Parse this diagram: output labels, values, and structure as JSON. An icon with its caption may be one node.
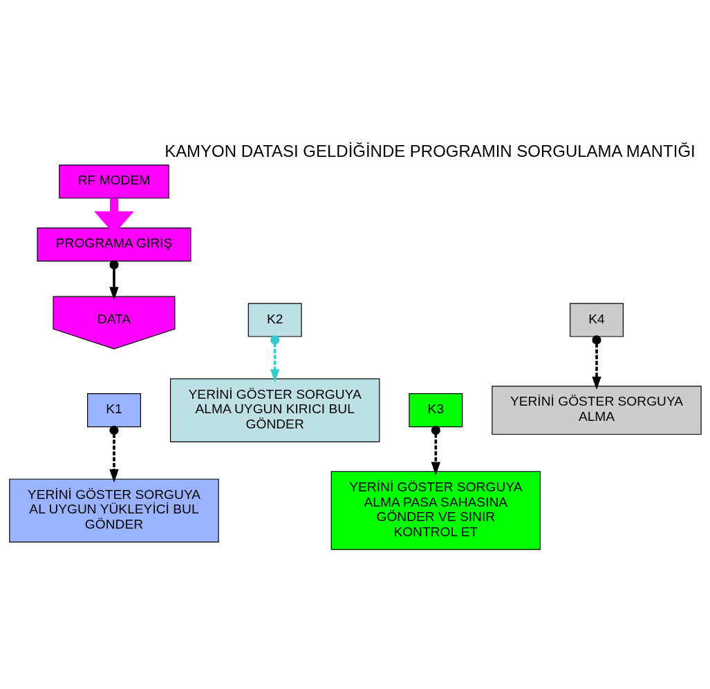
{
  "diagram": {
    "title": "KAMYON DATASI GELDİĞİNDE PROGRAMIN SORGULAMA MANTIĞI",
    "nodes": [
      {
        "text": [
          "RF MODEM"
        ]
      },
      {
        "text": [
          "PROGRAMA GİRİŞ"
        ]
      },
      {
        "text": [
          "K2"
        ]
      },
      {
        "text": [
          "DATA"
        ]
      },
      {
        "text": [
          "K3"
        ]
      },
      {
        "text": [
          "K4"
        ]
      },
      {
        "text": [
          "YERİNİ GÖSTER SORGUYA ALMA UYGUN KIRICI BUL GÖNDER"
        ]
      },
      {
        "text": [
          "YERİNİ GÖSTER SORGUYA ALMA"
        ]
      },
      {
        "text": [
          "K1"
        ]
      },
      {
        "text": [
          "YERİNİ GÖSTER SORGUYA ALMA PASA SAHASINA GÖNDER VE SINIR KONTROL ET"
        ]
      },
      {
        "text": [
          "YERİNİ GÖSTER SORGUYA AL UYGUN YÜKLEYİCİ BUL GÖNDER"
        ]
      }
    ],
    "edges": [
      {
        "from": 0,
        "to": 1,
        "arrow": "to",
        "style": "thick",
        "color": "#ff00ff"
      },
      {
        "from": 1,
        "to": 3,
        "arrow": "to"
      },
      {
        "from": 2,
        "to": 6,
        "arrow": "to",
        "style": "dashed",
        "color": "#33cccc"
      },
      {
        "from": 4,
        "to": 9,
        "arrow": "to",
        "style": "dashed"
      },
      {
        "from": 5,
        "to": 7,
        "arrow": "to",
        "style": "dashed"
      },
      {
        "from": 8,
        "to": 10,
        "arrow": "to",
        "style": "dashed"
      }
    ]
  }
}
